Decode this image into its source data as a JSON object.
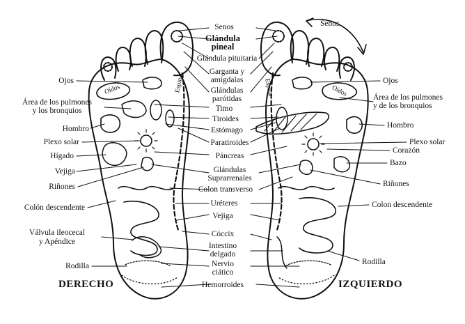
{
  "foot_labels": {
    "right": "DERECHO",
    "left": "IZQUIERDO"
  },
  "inner_labels": {
    "oidos": "Oídos",
    "espina": "Espina"
  },
  "center_labels": {
    "senos": "Senos",
    "glandula_pineal_1": "Glándula",
    "glandula_pineal_2": "pineal",
    "glandula_pituitaria": "Glándula pituitaria",
    "garganta_1": "Garganta y",
    "garganta_2": "amígdalas",
    "parotidas_1": "Glándulas",
    "parotidas_2": "parótidas",
    "timo": "Timo",
    "tiroides": "Tiroides",
    "estomago": "Estómago",
    "paratiroides": "Paratiroides",
    "pancreas": "Páncreas",
    "suprarrenales_1": "Glándulas",
    "suprarrenales_2": "Suprarrenales",
    "colon_transverso": "Colon transverso",
    "ureteres": "Uréteres",
    "vejiga": "Vejiga",
    "coccix": "Cóccix",
    "intestino_1": "Intestino",
    "intestino_2": "delgado",
    "nervio_1": "Nervio",
    "nervio_2": "ciático",
    "hemorroides": "Hemorroides"
  },
  "left_side_labels": {
    "ojos": "Ojos",
    "pulmones_1": "Área de los pulmones",
    "pulmones_2": "y los bronquios",
    "hombro": "Hombro",
    "plexo_solar": "Plexo solar",
    "higado": "Hígado",
    "vejiga": "Vejiga",
    "rinones": "Riñones",
    "colon_descendente": "Colón descendente",
    "valvula_1": "Válvula ileocecal",
    "valvula_2": "y Apéndice",
    "rodilla": "Rodilla"
  },
  "right_side_labels": {
    "senos": "Senos",
    "ojos": "Ojos",
    "pulmones_1": "Área de los pulmones",
    "pulmones_2": "y de los bronquios",
    "hombro": "Hombro",
    "plexo_solar": "Plexo solar",
    "corazon": "Corazón",
    "bazo": "Bazo",
    "rinones": "Riñones",
    "colon_descendente": "Colon descendente",
    "rodilla": "Rodilla"
  }
}
